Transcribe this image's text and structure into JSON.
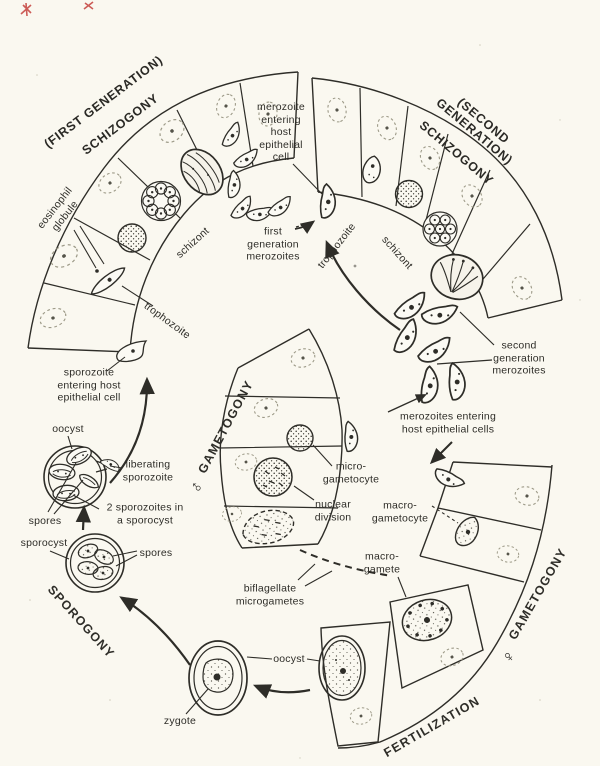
{
  "colors": {
    "paper": "#faf8f0",
    "ink": "#2e2d28",
    "faint_nucleus": "#9d9a88",
    "red_mark": "#c4413d"
  },
  "stages": {
    "first_generation_schizogony": {
      "line1": "(FIRST GENERATION)",
      "line2": "SCHIZOGONY"
    },
    "second_generation_schizogony": {
      "line1": "(SECOND GENERATION)",
      "line2": "SCHIZOGONY"
    },
    "male_gametogony": {
      "symbol": "♂",
      "label": "GAMETOGONY"
    },
    "female_gametogony": {
      "symbol": "♀",
      "label": "GAMETOGONY"
    },
    "sporogony": {
      "label": "SPOROGONY"
    },
    "fertilization": {
      "label": "FERTILIZATION"
    }
  },
  "annotations": {
    "eosinophil_globule": "eosinophil\nglobule",
    "schizont_first": "schizont",
    "trophozoite_first": "trophozoite",
    "merozoite_entering_host": "merozoite\nentering\nhost\nepithelial\ncell",
    "first_generation_merozoites": "first\ngeneration\nmerozoites",
    "trophozoite_second": "trophozoite",
    "schizont_second": "schizont",
    "second_generation_merozoites": "second\ngeneration\nmerozoites",
    "merozoites_entering_host": "merozoites entering\nhost epithelial cells",
    "sporozoite_entering_host": "sporozoite\nentering host\nepithelial cell",
    "oocyst_upper": "oocyst",
    "liberating_sporozoite": "liberating\nsporozoite",
    "two_sporozoites_in_sporocyst": "2 sporozoites in\na sporocyst",
    "spores_upper": "spores",
    "sporocyst": "sporocyst",
    "spores_lower": "spores",
    "micro_gametocyte": "micro-\ngametocyte",
    "nuclear_division": "nuclear\ndivision",
    "macro_gametocyte": "macro-\ngametocyte",
    "macro_gamete": "macro-\ngamete",
    "biflagellate_microgametes": "biflagellate\nmicrogametes",
    "oocyst_lower": "oocyst",
    "zygote": "zygote"
  }
}
